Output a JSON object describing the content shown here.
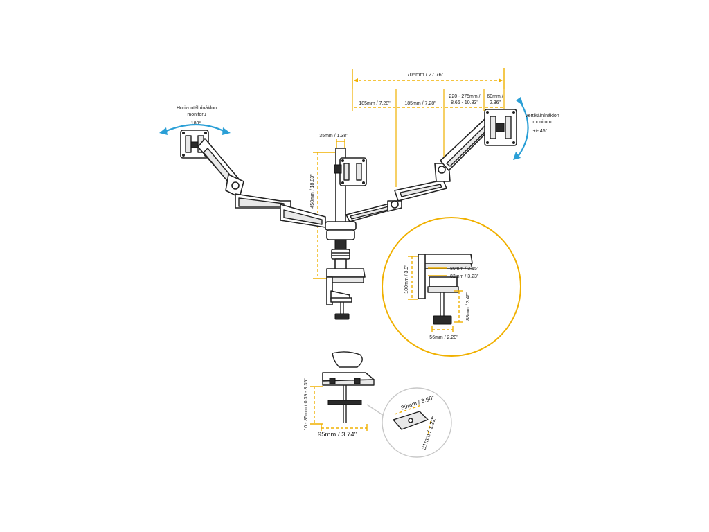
{
  "labels": {
    "horizontal_tilt_title_line1": "Horizontálnínáklon",
    "horizontal_tilt_title_line2": "monitoru",
    "horizontal_tilt_angle": "180°",
    "vertical_tilt_title_line1": "Vertikálnínáklon",
    "vertical_tilt_title_line2": "monitoru",
    "vertical_tilt_angle": "+/- 45°"
  },
  "dimensions": {
    "total_width": "705mm / 27.76\"",
    "segment_1": "185mm / 7.28\"",
    "segment_2": "185mm / 7.28\"",
    "segment_3_line1": "220 - 275mm /",
    "segment_3_line2": "8.66 - 10.83\"",
    "segment_4_line1": "60mm /",
    "segment_4_line2": "2.36\"",
    "pole_width": "35mm / 1.38\"",
    "pole_height": "458mm / 18.03\"",
    "clamp_height": "100mm / 3.9\"",
    "clamp_top_depth": "80mm / 3.15\"",
    "clamp_plate_depth": "82mm / 3.23\"",
    "clamp_screw_height": "88mm / 3.46\"",
    "clamp_bottom_width": "56mm / 2.20\"",
    "desk_thickness": "10 - 85mm / 0.39 - 3.35\"",
    "grommet_base_width": "95mm / 3.74\"",
    "plate_width": "89mm / 3.50\"",
    "plate_height": "31mm / 1.22\""
  }
}
